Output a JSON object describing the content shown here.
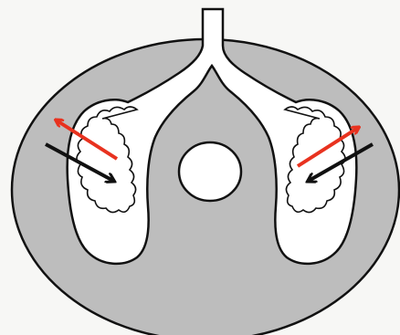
{
  "figure": {
    "description_labels": [],
    "colors": {
      "background": "#f7f7f5",
      "body_fill": "#bdbdbd",
      "outline": "#111111",
      "lung_fill": "#ffffff",
      "arrow_red": "#e8321f",
      "arrow_black": "#111111"
    },
    "elements": {
      "cross_section": "body-cross-section",
      "trachea": "airway-trachea",
      "left_lung": "left-lung",
      "right_lung": "right-lung",
      "center_circle": "central-vessel",
      "arrows": [
        "left-red-arrow-outward",
        "left-black-arrow-inward",
        "right-red-arrow-outward",
        "right-black-arrow-inward"
      ]
    }
  }
}
